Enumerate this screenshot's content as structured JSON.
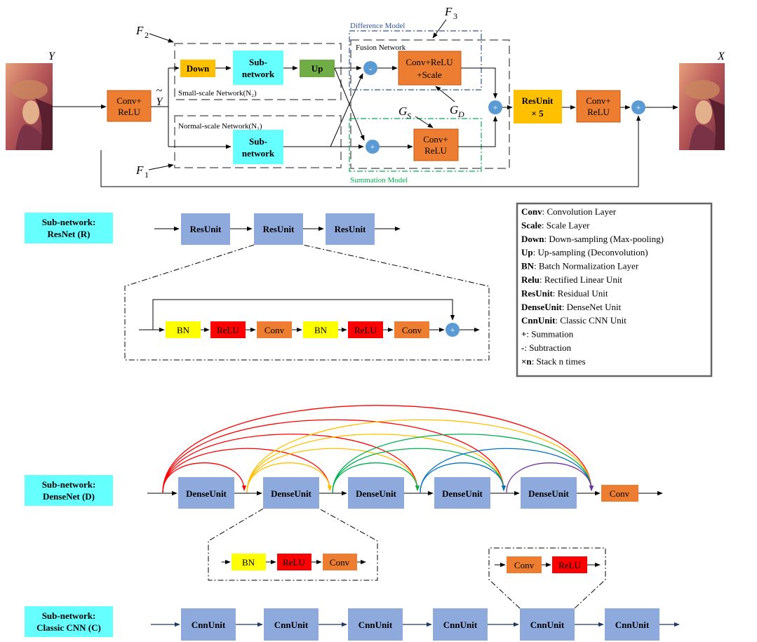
{
  "colors": {
    "orange": "#ED7D31",
    "gold": "#FFC000",
    "cyan": "#66FFFF",
    "green": "#70AD47",
    "blue_circle": "#5B9BD5",
    "unit_fill": "#8EA9DB",
    "yellow": "#FFFF00",
    "red": "#FF0000",
    "label_box": "#66FFFF",
    "difference_model": "#2F5597",
    "summation_model": "#00B050",
    "arc_red": "#FF0000",
    "arc_yellow": "#FFC000",
    "arc_green": "#00B050",
    "arc_blue": "#0070C0",
    "arc_purple": "#7030A0"
  },
  "top": {
    "input_symbol": "Y",
    "output_symbol": "X",
    "y_tilde": "Y",
    "tilde_mark": "~",
    "f1": "F",
    "f1_sub": "1",
    "f2": "F",
    "f2_sub": "2",
    "f3": "F",
    "f3_sub": "3",
    "gs": "G",
    "gs_sub": "S",
    "gd": "G",
    "gd_sub": "D",
    "conv_relu_1": "Conv+",
    "conv_relu_2": "ReLU",
    "down": "Down",
    "subnet_a": "Sub-",
    "subnet_b": "network",
    "up": "Up",
    "small_scale": "Small-scale Network(N₂)",
    "normal_scale": "Normal-scale Network(N₁)",
    "difference_model": "Difference Model",
    "fusion_network": "Fusion Network",
    "summation_model": "Summation Model",
    "fusion_conv_1": "Conv+ReLU",
    "fusion_conv_2": "+Scale",
    "sum_conv_1": "Conv+",
    "sum_conv_2": "ReLU",
    "resunit_x5_1": "ResUnit",
    "resunit_x5_2": "× 5",
    "minus": "-",
    "plus": "+"
  },
  "resnet": {
    "label_1": "Sub-network:",
    "label_2": "ResNet (R)",
    "units": [
      "ResUnit",
      "ResUnit",
      "ResUnit"
    ],
    "detail": [
      "BN",
      "ReLU",
      "Conv",
      "BN",
      "ReLU",
      "Conv"
    ],
    "plus": "+"
  },
  "legend": [
    {
      "key": "Conv",
      "desc": ": Convolution Layer"
    },
    {
      "key": "Scale",
      "desc": ": Scale Layer"
    },
    {
      "key": "Down",
      "desc": ": Down-sampling (Max-pooling)"
    },
    {
      "key": "Up",
      "desc": ": Up-sampling (Deconvolution)"
    },
    {
      "key": "BN",
      "desc": ": Batch Normalization Layer"
    },
    {
      "key": "Relu",
      "desc": ": Rectified Linear Unit"
    },
    {
      "key": "ResUnit",
      "desc": ": Residual Unit"
    },
    {
      "key": "DenseUnit",
      "desc": ": DenseNet Unit"
    },
    {
      "key": "CnnUnit",
      "desc": ": Classic CNN Unit"
    },
    {
      "key": "+",
      "desc": ": Summation"
    },
    {
      "key": "-",
      "desc": ": Subtraction"
    },
    {
      "key": "×n",
      "desc": ": Stack n times"
    }
  ],
  "densenet": {
    "label_1": "Sub-network:",
    "label_2": "DenseNet (D)",
    "units": [
      "DenseUnit",
      "DenseUnit",
      "DenseUnit",
      "DenseUnit",
      "DenseUnit"
    ],
    "conv": "Conv",
    "detail": [
      "BN",
      "ReLU",
      "Conv"
    ]
  },
  "cnn": {
    "label_1": "Sub-network:",
    "label_2": "Classic CNN (C)",
    "units": [
      "CnnUnit",
      "CnnUnit",
      "CnnUnit",
      "CnnUnit",
      "CnnUnit",
      "CnnUnit"
    ],
    "detail": [
      "Conv",
      "ReLU"
    ]
  }
}
